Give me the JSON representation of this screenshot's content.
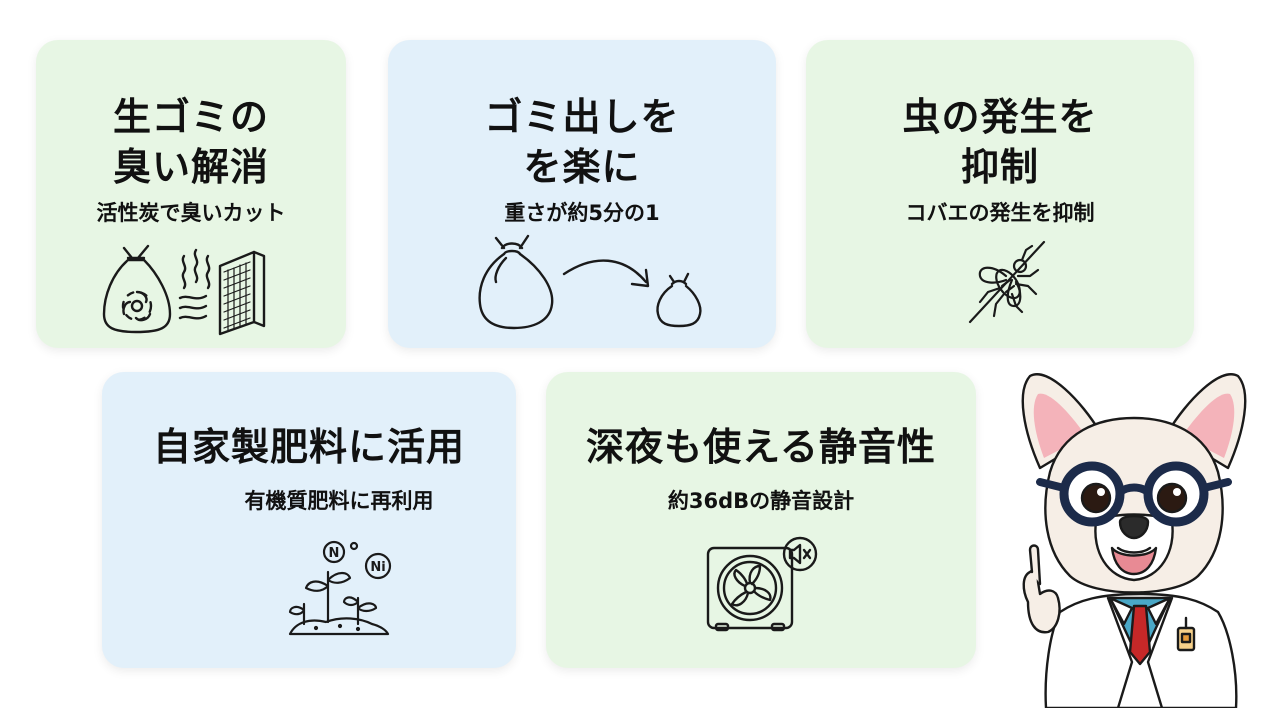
{
  "cards": [
    {
      "title": "生ゴミの\n臭い解消",
      "subtitle": "活性炭で臭いカット",
      "icon": "biohazard-bag-odor-filter-icon"
    },
    {
      "title": "ゴミ出しを\nを楽に",
      "subtitle": "重さが約5分の1",
      "icon": "garbage-bag-shrink-icon"
    },
    {
      "title": "虫の発生を\n抑制",
      "subtitle": "コバエの発生を抑制",
      "icon": "no-fly-icon"
    },
    {
      "title": "自家製肥料に活用",
      "subtitle": "有機質肥料に再利用",
      "icon": "sprout-nutrients-icon"
    },
    {
      "title": "深夜も使える静音性",
      "subtitle": "約36dBの静音設計",
      "icon": "quiet-fan-icon"
    }
  ],
  "nutrient_labels": [
    "N",
    "Ni"
  ],
  "mascot": "bulldog-doctor-mascot",
  "colors": {
    "green_card": "#e7f6e4",
    "blue_card": "#e2f0fa",
    "line": "#1a1a1a"
  }
}
